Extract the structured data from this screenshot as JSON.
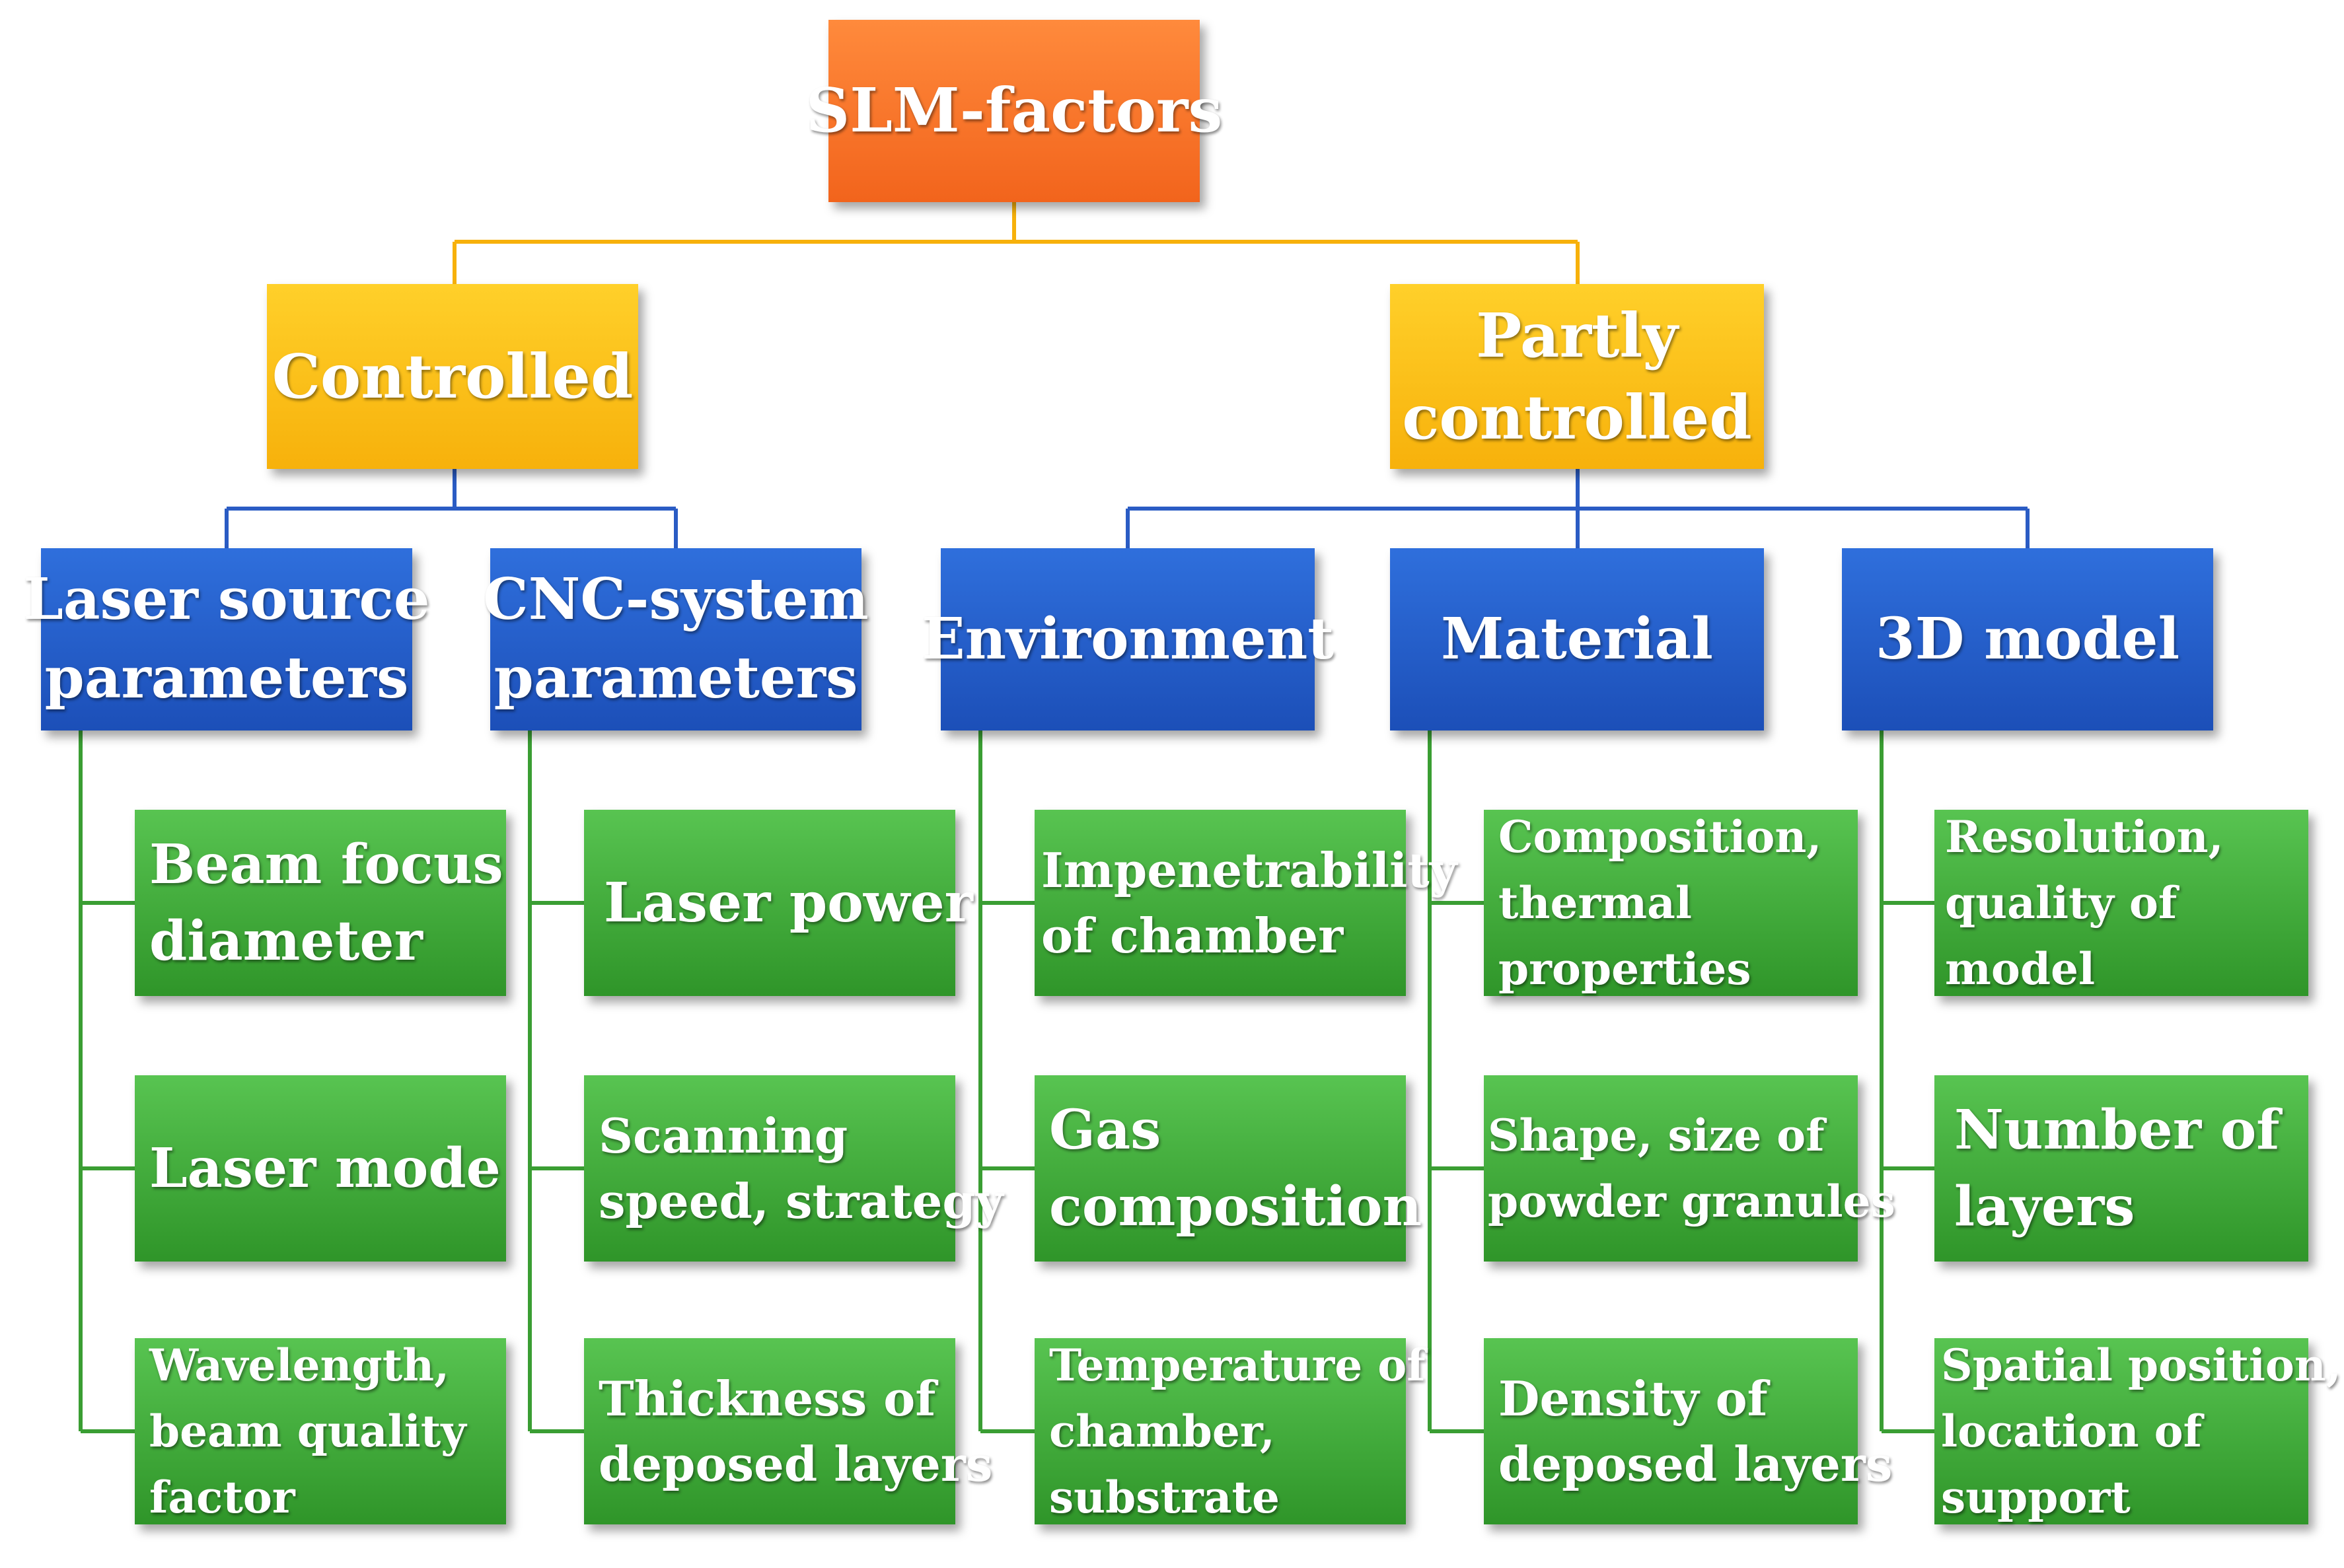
{
  "colors": {
    "root": "#f2641c",
    "controlled_group": "#f7b10b",
    "category": "#1c4fb8",
    "factor": "#2f9529",
    "connector_top": "#f7b10b",
    "connector_mid": "#2a5cc4",
    "connector_leaf": "#3a9e33"
  },
  "root": {
    "lines": [
      "SLM-factors"
    ]
  },
  "groups": [
    {
      "lines": [
        "Controlled"
      ]
    },
    {
      "lines": [
        "Partly",
        "controlled"
      ]
    }
  ],
  "categories": [
    {
      "lines": [
        "Laser source",
        "parameters"
      ],
      "factors": [
        {
          "lines": [
            "Beam focus",
            "diameter"
          ]
        },
        {
          "lines": [
            "Laser mode"
          ]
        },
        {
          "lines": [
            "Wavelength,",
            "beam quality",
            "factor"
          ]
        }
      ]
    },
    {
      "lines": [
        "CNC-system",
        "parameters"
      ],
      "factors": [
        {
          "lines": [
            "Laser power"
          ]
        },
        {
          "lines": [
            "Scanning",
            "speed, strategy"
          ]
        },
        {
          "lines": [
            "Thickness of",
            "deposed layers"
          ]
        }
      ]
    },
    {
      "lines": [
        "Environment"
      ],
      "factors": [
        {
          "lines": [
            "Impenetrability",
            "of chamber"
          ]
        },
        {
          "lines": [
            "Gas",
            "composition"
          ]
        },
        {
          "lines": [
            "Temperature of",
            "chamber,",
            "substrate"
          ]
        }
      ]
    },
    {
      "lines": [
        "Material"
      ],
      "factors": [
        {
          "lines": [
            "Composition,",
            "thermal",
            "properties"
          ]
        },
        {
          "lines": [
            "Shape, size of",
            "powder granules"
          ]
        },
        {
          "lines": [
            "Density of",
            "deposed layers"
          ]
        }
      ]
    },
    {
      "lines": [
        "3D model"
      ],
      "factors": [
        {
          "lines": [
            "Resolution,",
            "quality of",
            "model"
          ]
        },
        {
          "lines": [
            "Number of",
            "layers"
          ]
        },
        {
          "lines": [
            "Spatial position,",
            "location of",
            "support"
          ]
        }
      ]
    }
  ]
}
